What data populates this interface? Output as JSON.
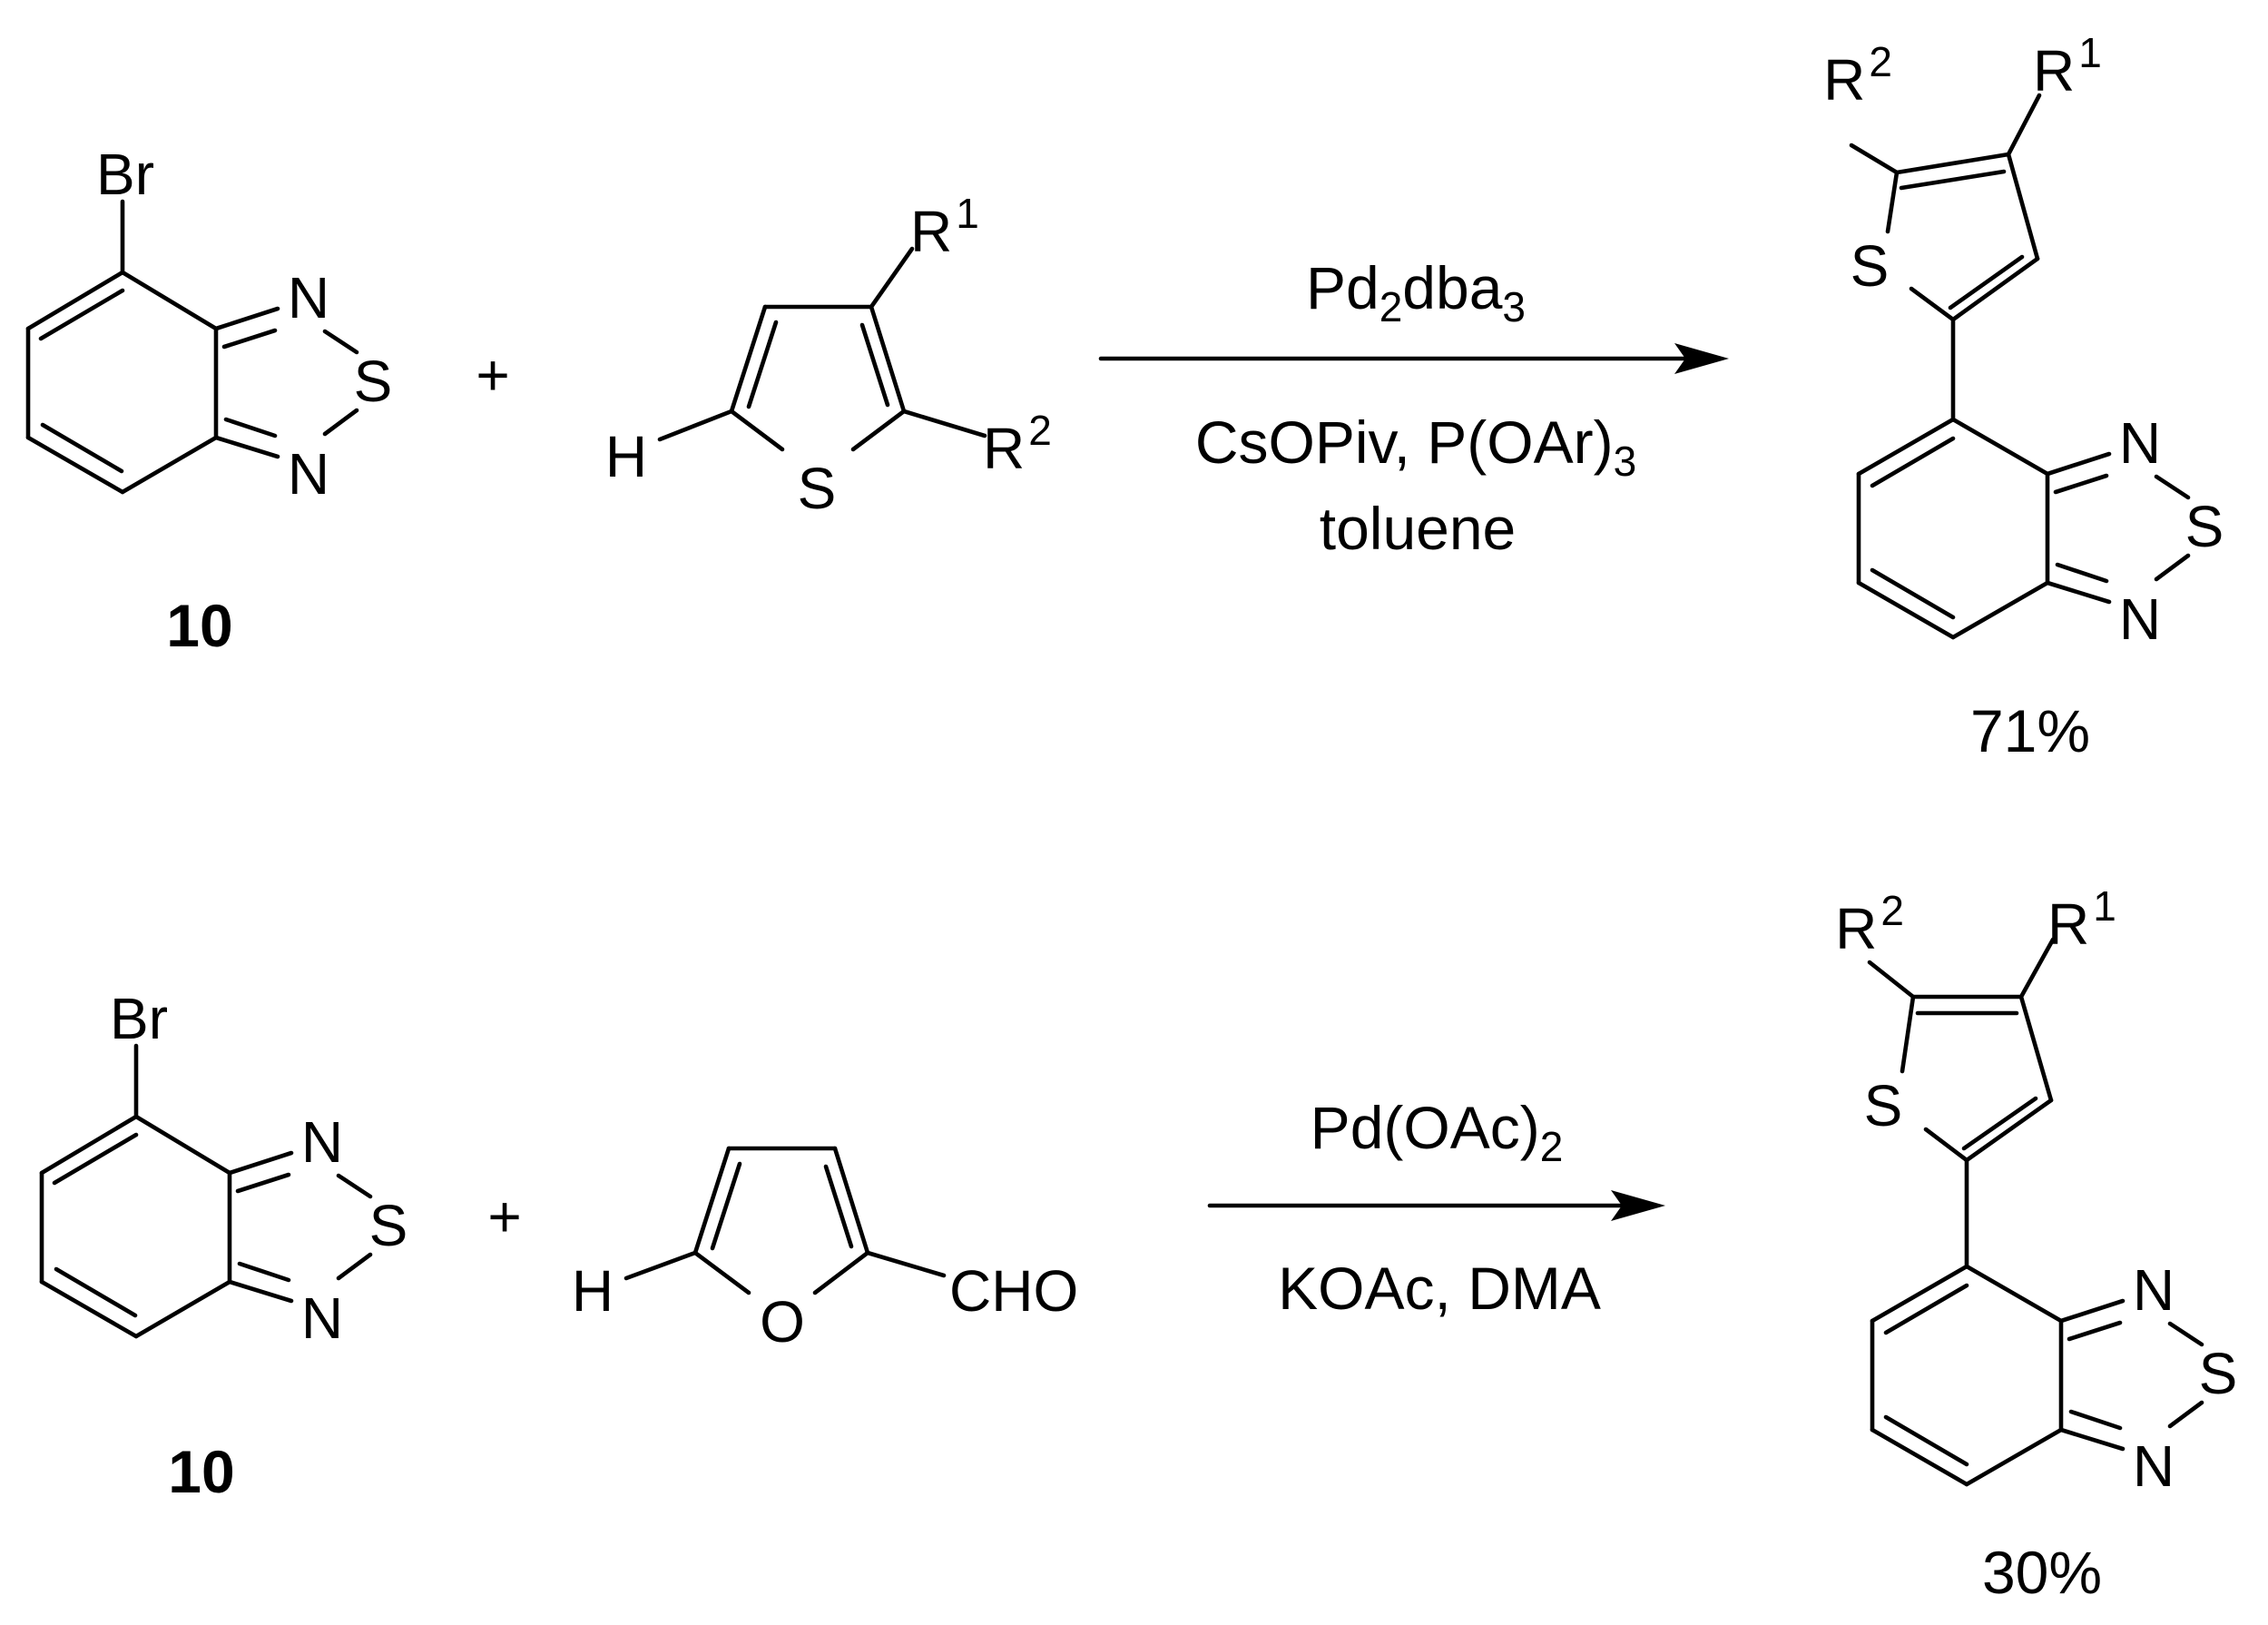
{
  "scheme_rows": [
    {
      "reactant": {
        "atoms": {
          "br": "Br",
          "n_top": "N",
          "s": "S",
          "n_bottom": "N"
        },
        "label": "10"
      },
      "plus": "+",
      "partner": {
        "atoms": {
          "h": "H",
          "r1": "R",
          "r1_sup": "1",
          "r2": "R",
          "r2_sup": "2",
          "ring": "S"
        }
      },
      "conditions": {
        "above": {
          "main": "Pd",
          "sub1": "2",
          "mid": "dba",
          "sub2": "3"
        },
        "below1": {
          "main": "CsOPiv, P(OAr)",
          "sub": "3"
        },
        "below2": "toluene"
      },
      "product": {
        "atoms": {
          "r1": "R",
          "r1_sup": "1",
          "r2": "R",
          "r2_sup": "2",
          "ring_s": "S",
          "n_top": "N",
          "s": "S",
          "n_bottom": "N"
        }
      },
      "yield": "71%"
    },
    {
      "reactant": {
        "atoms": {
          "br": "Br",
          "n_top": "N",
          "s": "S",
          "n_bottom": "N"
        },
        "label": "10"
      },
      "plus": "+",
      "partner": {
        "atoms": {
          "h": "H",
          "ring": "O",
          "cho": "CHO"
        }
      },
      "conditions": {
        "above": {
          "main": "Pd(OAc)",
          "sub": "2"
        },
        "below": "KOAc, DMA"
      },
      "product": {
        "atoms": {
          "r1": "R",
          "r1_sup": "1",
          "r2": "R",
          "r2_sup": "2",
          "ring_s": "S",
          "n_top": "N",
          "s": "S",
          "n_bottom": "N"
        }
      },
      "yield": "30%"
    }
  ]
}
